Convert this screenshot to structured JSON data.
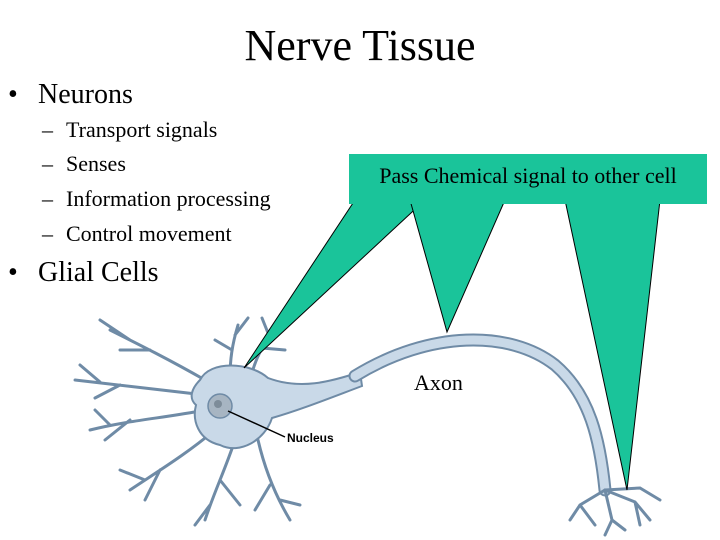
{
  "slide": {
    "title": "Nerve Tissue",
    "bullets": [
      {
        "marker": "•",
        "text": "Neurons",
        "subitems": [
          {
            "marker": "–",
            "text": "Transport signals"
          },
          {
            "marker": "–",
            "text": "Senses"
          },
          {
            "marker": "–",
            "text": "Information processing"
          },
          {
            "marker": "–",
            "text": "Control movement"
          }
        ]
      },
      {
        "marker": "•",
        "text": "Glial Cells"
      }
    ]
  },
  "diagram": {
    "callout_text": "Pass Chemical signal to other cell",
    "axon_label": "Axon",
    "nucleus_label": "Nucleus",
    "colors": {
      "callout": "#1ac49a",
      "neuron_fill": "#c9d9e8",
      "neuron_stroke": "#6f8ba6",
      "nucleus": "#a7b5c2"
    }
  }
}
